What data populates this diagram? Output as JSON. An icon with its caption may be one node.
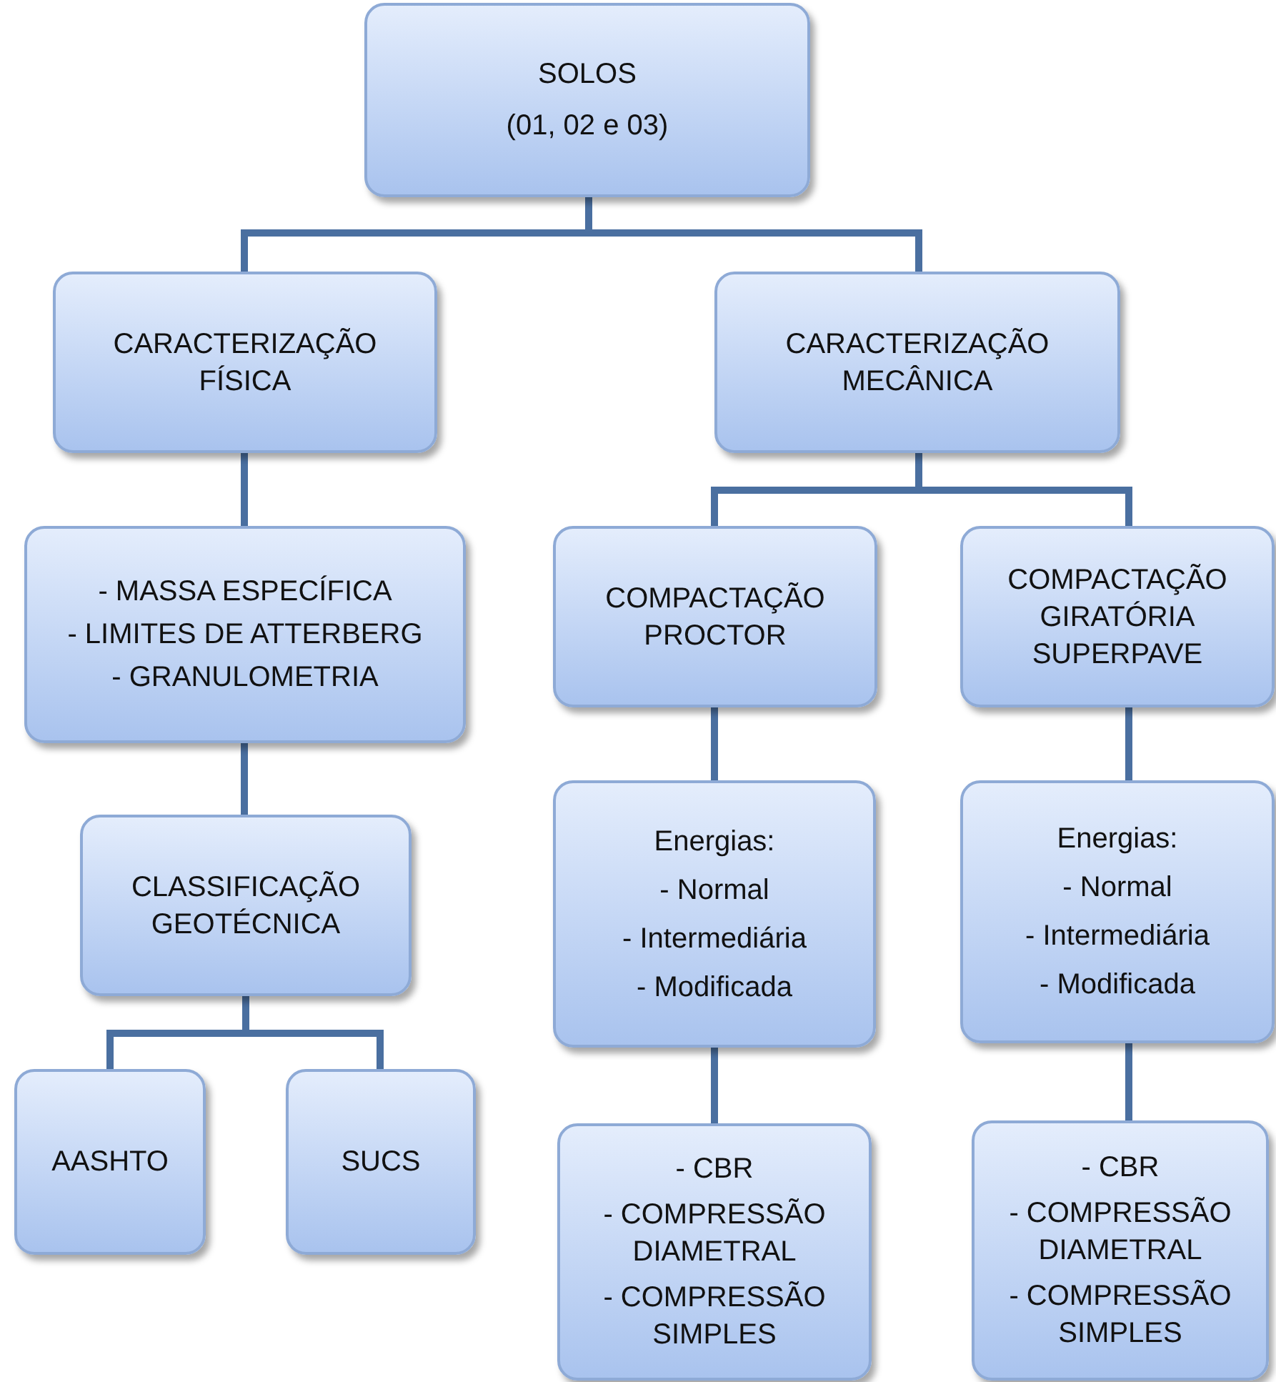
{
  "diagram": {
    "nodes": [
      {
        "text": [
          "SOLOS",
          "(01, 02 e 03)"
        ]
      },
      {
        "text": [
          "CARACTERIZAÇÃO FÍSICA"
        ]
      },
      {
        "text": [
          "CARACTERIZAÇÃO MECÂNICA"
        ]
      },
      {
        "text": [
          "- MASSA ESPECÍFICA",
          "- LIMITES DE ATTERBERG",
          "- GRANULOMETRIA"
        ]
      },
      {
        "text": [
          "CLASSIFICAÇÃO GEOTÉCNICA"
        ]
      },
      {
        "text": [
          "AASHTO"
        ]
      },
      {
        "text": [
          "SUCS"
        ]
      },
      {
        "text": [
          "COMPACTAÇÃO PROCTOR"
        ]
      },
      {
        "text": [
          "COMPACTAÇÃO GIRATÓRIA SUPERPAVE"
        ]
      },
      {
        "text": [
          "Energias:",
          "- Normal",
          "- Intermediária",
          "- Modificada"
        ]
      },
      {
        "text": [
          "Energias:",
          "- Normal",
          "- Intermediária",
          "- Modificada"
        ]
      },
      {
        "text": [
          "- CBR",
          "- COMPRESSÃO DIAMETRAL",
          "- COMPRESSÃO SIMPLES"
        ]
      },
      {
        "text": [
          "- CBR",
          "- COMPRESSÃO DIAMETRAL",
          "- COMPRESSÃO SIMPLES"
        ]
      }
    ],
    "edges": [
      {
        "from": 0,
        "to": 1,
        "arrow": "none"
      },
      {
        "from": 0,
        "to": 2,
        "arrow": "none"
      },
      {
        "from": 1,
        "to": 3,
        "arrow": "none"
      },
      {
        "from": 3,
        "to": 4,
        "arrow": "none"
      },
      {
        "from": 4,
        "to": 5,
        "arrow": "none"
      },
      {
        "from": 4,
        "to": 6,
        "arrow": "none"
      },
      {
        "from": 2,
        "to": 7,
        "arrow": "none"
      },
      {
        "from": 2,
        "to": 8,
        "arrow": "none"
      },
      {
        "from": 7,
        "to": 9,
        "arrow": "none"
      },
      {
        "from": 9,
        "to": 11,
        "arrow": "none"
      },
      {
        "from": 8,
        "to": 10,
        "arrow": "none"
      },
      {
        "from": 10,
        "to": 12,
        "arrow": "none"
      }
    ]
  }
}
